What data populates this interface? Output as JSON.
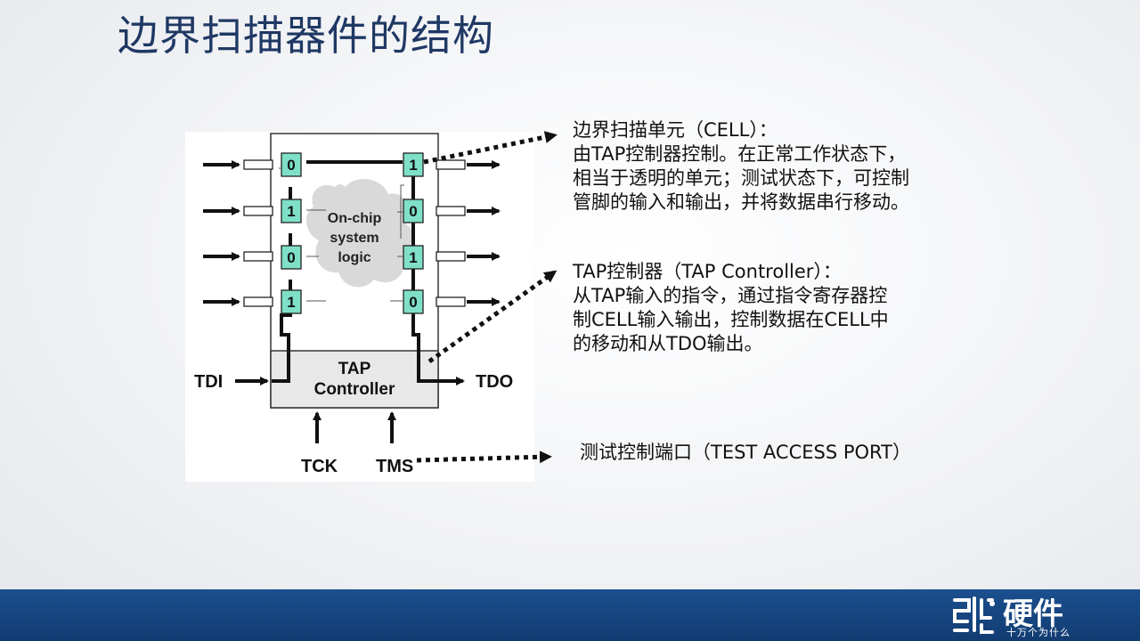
{
  "slide": {
    "title": "边界扫描器件的结构"
  },
  "diagram": {
    "left_cells": [
      "0",
      "1",
      "0",
      "1"
    ],
    "right_cells": [
      "1",
      "0",
      "1",
      "0"
    ],
    "logic_label": [
      "On-chip",
      "system",
      "logic"
    ],
    "tap_label": [
      "TAP",
      "Controller"
    ],
    "pins": {
      "tdi": "TDI",
      "tdo": "TDO",
      "tck": "TCK",
      "tms": "TMS"
    }
  },
  "annotations": {
    "cell": {
      "lines": [
        "边界扫描单元（CELL）：",
        "由TAP控制器控制。在正常工作状态下，",
        "相当于透明的单元；测试状态下，可控制",
        "管脚的输入和输出，并将数据串行移动。"
      ]
    },
    "tap": {
      "lines": [
        "TAP控制器（TAP Controller）：",
        "从TAP输入的指令，通过指令寄存器控",
        "制CELL输入输出，控制数据在CELL中",
        "的移动和从TDO输出。"
      ]
    },
    "port": {
      "text": "测试控制端口（TEST ACCESS PORT）"
    }
  },
  "footer": {
    "logo_text": "硬件",
    "logo_sub": "十万个为什么"
  },
  "colors": {
    "title": "#1f3864",
    "footer": "#17467f",
    "cell_fill": "#7fe0c8"
  }
}
